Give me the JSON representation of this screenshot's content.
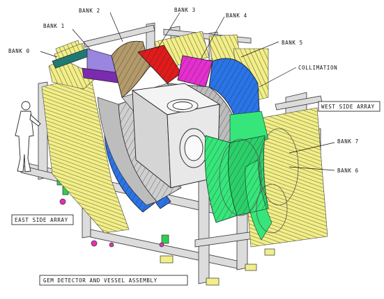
{
  "title": "GEM DETECTOR AND VESSEL ASSEMBLY",
  "labels": {
    "bank0": "BANK 0",
    "bank1": "BANK 1",
    "bank2": "BANK 2",
    "bank3": "BANK 3",
    "bank4": "BANK 4",
    "bank5": "BANK 5",
    "bank6": "BANK 6",
    "bank7": "BANK 7",
    "collimation": "COLLIMATION",
    "west": "WEST SIDE ARRAY",
    "east": "EAST SIDE ARRAY"
  },
  "colors": {
    "bank0": "#1f7a73",
    "bank1": "#9a85e0",
    "bank2": "#b39a6a",
    "bank3": "#e01b1b",
    "bank4": "#e52fd0",
    "bank5": "#2a74e8",
    "west_array": "#36e67a",
    "east_array": "#2a74e8",
    "detector_tubes": "#f2ee8a",
    "frame": "#d9d9d9"
  }
}
